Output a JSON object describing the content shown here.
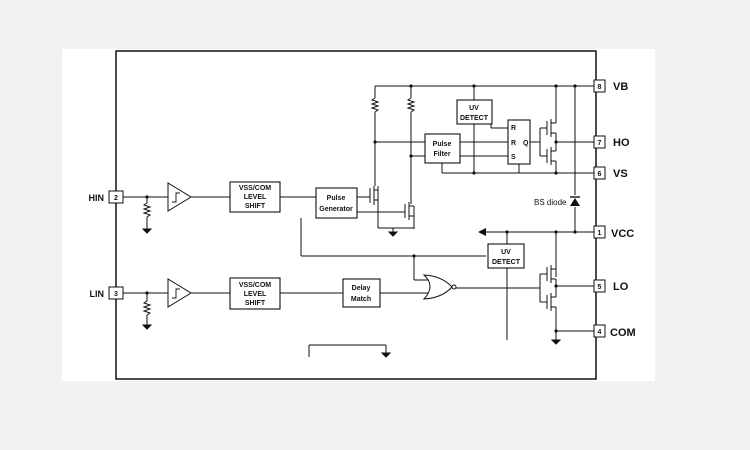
{
  "pins": {
    "vb": {
      "num": "8",
      "name": "VB"
    },
    "ho": {
      "num": "7",
      "name": "HO"
    },
    "vs": {
      "num": "6",
      "name": "VS"
    },
    "vcc": {
      "num": "1",
      "name": "VCC"
    },
    "lo": {
      "num": "5",
      "name": "LO"
    },
    "com": {
      "num": "4",
      "name": "COM"
    },
    "hin": {
      "num": "2",
      "name": "HIN"
    },
    "lin": {
      "num": "3",
      "name": "LIN"
    }
  },
  "blocks": {
    "level_shift_high": [
      "VSS/COM",
      "LEVEL",
      "SHIFT"
    ],
    "level_shift_low": [
      "VSS/COM",
      "LEVEL",
      "SHIFT"
    ],
    "pulse_generator": [
      "Pulse",
      "Generator"
    ],
    "pulse_filter": [
      "Pulse",
      "Filter"
    ],
    "uv_detect_high": [
      "UV",
      "DETECT"
    ],
    "uv_detect_low": [
      "UV",
      "DETECT"
    ],
    "delay_match": [
      "Delay",
      "Match"
    ],
    "latch": {
      "r_top": "R",
      "r": "R",
      "q": "Q",
      "s": "S"
    }
  },
  "labels": {
    "bs_diode": "BS diode"
  }
}
